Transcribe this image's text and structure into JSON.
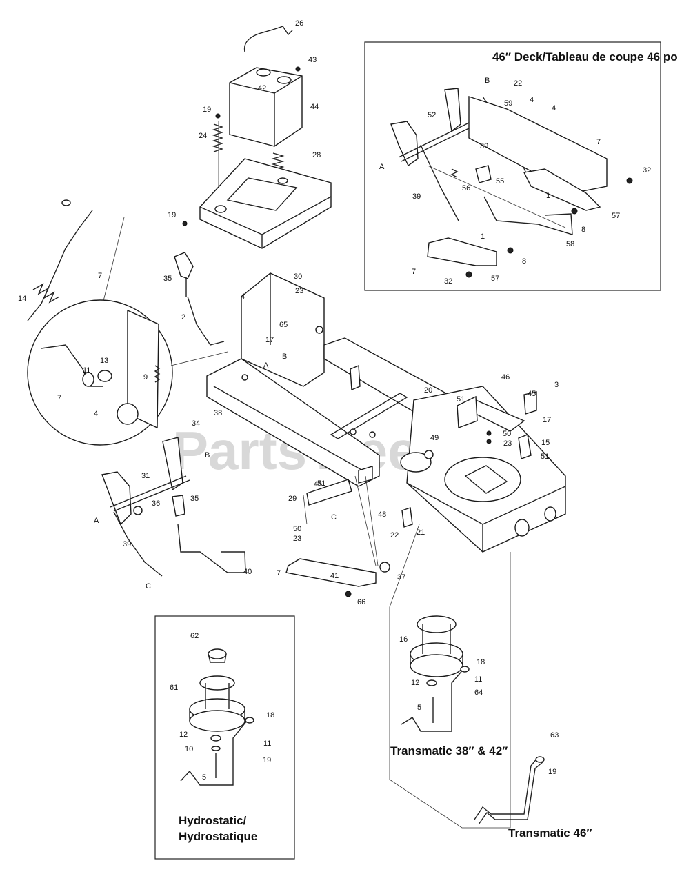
{
  "watermark": "PartsTree",
  "captions": {
    "deck46": "46″ Deck/Tableau de coupe 46 po",
    "transmatic38_42": "Transmatic 38″ & 42″",
    "transmatic46": "Transmatic 46″",
    "hydro_line1": "Hydrostatic/",
    "hydro_line2": "Hydrostatique"
  },
  "callouts": [
    {
      "id": "c26",
      "text": "26"
    },
    {
      "id": "c43",
      "text": "43"
    },
    {
      "id": "c42",
      "text": "42"
    },
    {
      "id": "c44",
      "text": "44"
    },
    {
      "id": "c19a",
      "text": "19"
    },
    {
      "id": "c24",
      "text": "24"
    },
    {
      "id": "c28",
      "text": "28"
    },
    {
      "id": "c19b",
      "text": "19"
    },
    {
      "id": "c7a",
      "text": "7"
    },
    {
      "id": "c14",
      "text": "14"
    },
    {
      "id": "c35a",
      "text": "35"
    },
    {
      "id": "c30",
      "text": "30"
    },
    {
      "id": "c4a",
      "text": "4"
    },
    {
      "id": "c23a",
      "text": "23"
    },
    {
      "id": "c2",
      "text": "2"
    },
    {
      "id": "c65",
      "text": "65"
    },
    {
      "id": "c17a",
      "text": "17"
    },
    {
      "id": "cA1",
      "text": "A"
    },
    {
      "id": "cB1",
      "text": "B"
    },
    {
      "id": "c11a",
      "text": "11"
    },
    {
      "id": "c13",
      "text": "13"
    },
    {
      "id": "c9",
      "text": "9"
    },
    {
      "id": "c7b",
      "text": "7"
    },
    {
      "id": "c4b",
      "text": "4"
    },
    {
      "id": "c34",
      "text": "34"
    },
    {
      "id": "c38",
      "text": "38"
    },
    {
      "id": "c20",
      "text": "20"
    },
    {
      "id": "c46a",
      "text": "46"
    },
    {
      "id": "c3",
      "text": "3"
    },
    {
      "id": "c51a",
      "text": "51"
    },
    {
      "id": "c45",
      "text": "45"
    },
    {
      "id": "c17b",
      "text": "17"
    },
    {
      "id": "c49",
      "text": "49"
    },
    {
      "id": "c50a",
      "text": "50"
    },
    {
      "id": "c23b",
      "text": "23"
    },
    {
      "id": "c15",
      "text": "15"
    },
    {
      "id": "c51b",
      "text": "51"
    },
    {
      "id": "cB2",
      "text": "B"
    },
    {
      "id": "c31",
      "text": "31"
    },
    {
      "id": "c35b",
      "text": "35"
    },
    {
      "id": "c36",
      "text": "36"
    },
    {
      "id": "cA2",
      "text": "A"
    },
    {
      "id": "c39a",
      "text": "39"
    },
    {
      "id": "c40",
      "text": "40"
    },
    {
      "id": "cC1",
      "text": "C"
    },
    {
      "id": "c46b",
      "text": "46"
    },
    {
      "id": "c51c",
      "text": "51"
    },
    {
      "id": "c29",
      "text": "29"
    },
    {
      "id": "c48",
      "text": "48"
    },
    {
      "id": "c50b",
      "text": "50"
    },
    {
      "id": "c23c",
      "text": "23"
    },
    {
      "id": "c22a",
      "text": "22"
    },
    {
      "id": "c21",
      "text": "21"
    },
    {
      "id": "cC2",
      "text": "C"
    },
    {
      "id": "c7c",
      "text": "7"
    },
    {
      "id": "c41",
      "text": "41"
    },
    {
      "id": "c37",
      "text": "37"
    },
    {
      "id": "c66",
      "text": "66"
    },
    {
      "id": "c16",
      "text": "16"
    },
    {
      "id": "c18a",
      "text": "18"
    },
    {
      "id": "c12a",
      "text": "12"
    },
    {
      "id": "c11b",
      "text": "11"
    },
    {
      "id": "c64",
      "text": "64"
    },
    {
      "id": "c5a",
      "text": "5"
    },
    {
      "id": "c63",
      "text": "63"
    },
    {
      "id": "c19c",
      "text": "19"
    },
    {
      "id": "c62",
      "text": "62"
    },
    {
      "id": "c61",
      "text": "61"
    },
    {
      "id": "c18b",
      "text": "18"
    },
    {
      "id": "c12b",
      "text": "12"
    },
    {
      "id": "c10",
      "text": "10"
    },
    {
      "id": "c11c",
      "text": "11"
    },
    {
      "id": "c19d",
      "text": "19"
    },
    {
      "id": "c5b",
      "text": "5"
    },
    {
      "id": "cB3",
      "text": "B"
    },
    {
      "id": "c22b",
      "text": "22"
    },
    {
      "id": "c4c",
      "text": "4"
    },
    {
      "id": "c59",
      "text": "59"
    },
    {
      "id": "c4d",
      "text": "4"
    },
    {
      "id": "c52",
      "text": "52"
    },
    {
      "id": "c39b",
      "text": "39"
    },
    {
      "id": "c7d",
      "text": "7"
    },
    {
      "id": "cA3",
      "text": "A"
    },
    {
      "id": "c32a",
      "text": "32"
    },
    {
      "id": "c56",
      "text": "56"
    },
    {
      "id": "c55",
      "text": "55"
    },
    {
      "id": "c1a",
      "text": "1"
    },
    {
      "id": "c39c",
      "text": "39"
    },
    {
      "id": "c57a",
      "text": "57"
    },
    {
      "id": "c8a",
      "text": "8"
    },
    {
      "id": "c58",
      "text": "58"
    },
    {
      "id": "c1b",
      "text": "1"
    },
    {
      "id": "c7e",
      "text": "7"
    },
    {
      "id": "c8b",
      "text": "8"
    },
    {
      "id": "c32b",
      "text": "32"
    },
    {
      "id": "c57b",
      "text": "57"
    }
  ]
}
